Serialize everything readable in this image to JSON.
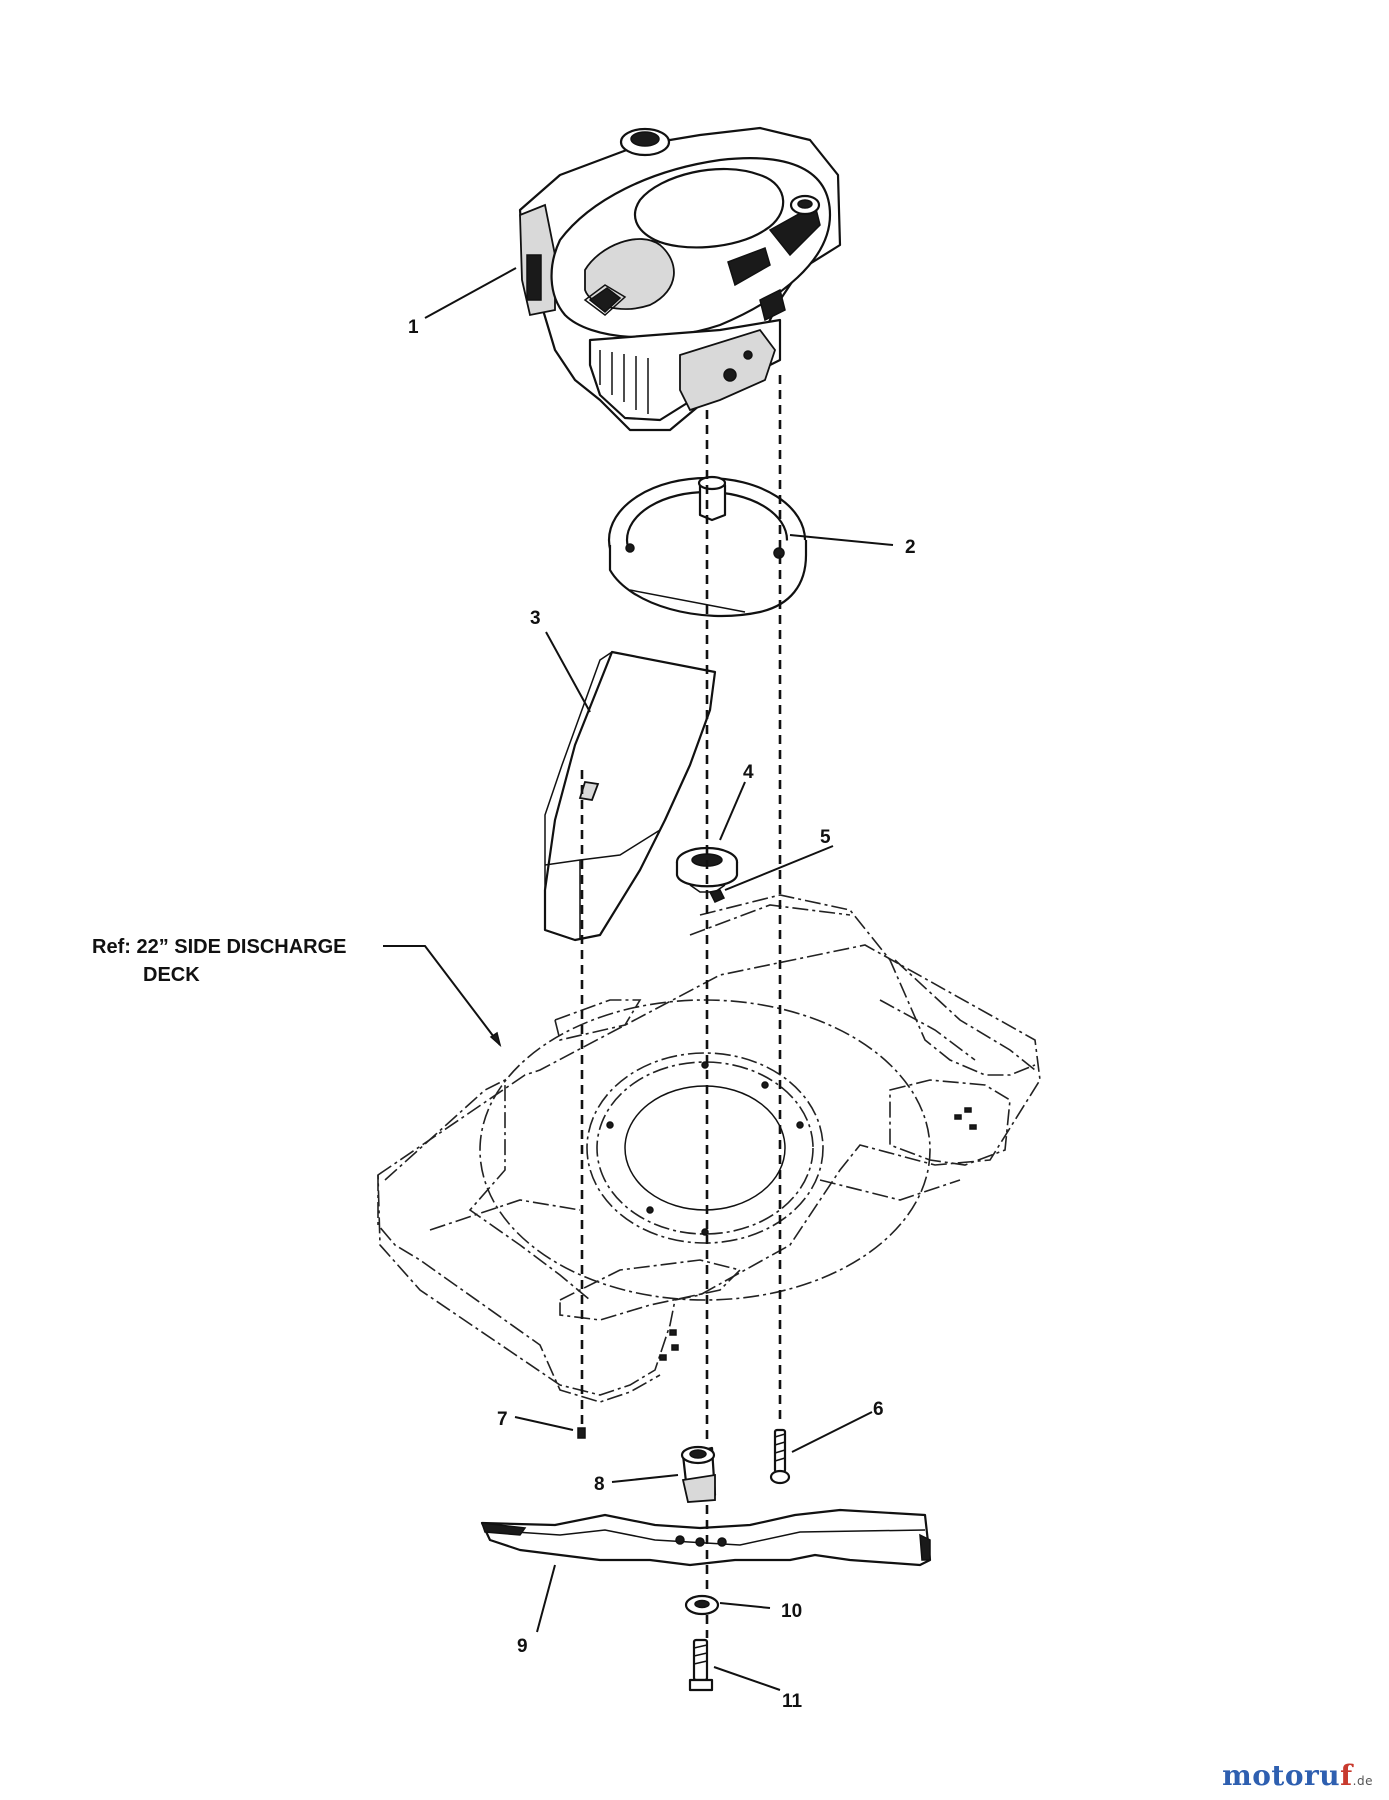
{
  "diagram": {
    "callouts": {
      "c1": "1",
      "c2": "2",
      "c3": "3",
      "c4": "4",
      "c5": "5",
      "c6": "6",
      "c7": "7",
      "c8": "8",
      "c9": "9",
      "c10": "10",
      "c11": "11"
    },
    "reference_label_line1": "Ref: 22” SIDE DISCHARGE",
    "reference_label_line2": "DECK"
  },
  "watermark": {
    "main": "motoru",
    "accent": "f",
    "tld": ".de"
  }
}
